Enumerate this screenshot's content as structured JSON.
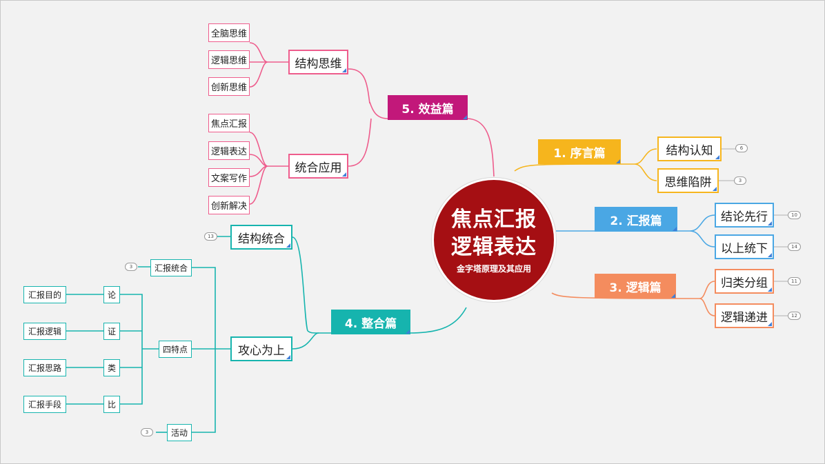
{
  "center": {
    "title_line1": "焦点汇报",
    "title_line2": "逻辑表达",
    "subtitle": "金字塔原理及其应用",
    "color": "#a50f13"
  },
  "branches": {
    "intro": {
      "label": "1. 序言篇",
      "color": "#f6b51d",
      "children": [
        {
          "label": "结构认知",
          "count": "6"
        },
        {
          "label": "思维陷阱",
          "count": "3"
        }
      ]
    },
    "report": {
      "label": "2. 汇报篇",
      "color": "#4aa7e4",
      "children": [
        {
          "label": "结论先行",
          "count": "10"
        },
        {
          "label": "以上统下",
          "count": "14"
        }
      ]
    },
    "logic": {
      "label": "3. 逻辑篇",
      "color": "#f48c5e",
      "children": [
        {
          "label": "归类分组",
          "count": "11"
        },
        {
          "label": "逻辑递进",
          "count": "12"
        }
      ]
    },
    "integrate": {
      "label": "4. 整合篇",
      "color": "#16b4ae",
      "children": [
        {
          "label": "结构统合",
          "count": "13"
        },
        {
          "label": "攻心为上",
          "children": [
            {
              "label": "汇报统合",
              "count": "3"
            },
            {
              "label": "四特点",
              "children": [
                {
                  "label": "论",
                  "leaf": "汇报目的"
                },
                {
                  "label": "证",
                  "leaf": "汇报逻辑"
                },
                {
                  "label": "类",
                  "leaf": "汇报思路"
                },
                {
                  "label": "比",
                  "leaf": "汇报手段"
                }
              ]
            },
            {
              "label": "活动",
              "count": "3"
            }
          ]
        }
      ]
    },
    "benefit": {
      "label": "5. 效益篇",
      "color": "#c2187a",
      "line_color": "#ee5c8c",
      "children": [
        {
          "label": "结构思维",
          "leaves": [
            "全脑思维",
            "逻辑思维",
            "创新思维"
          ]
        },
        {
          "label": "统合应用",
          "leaves": [
            "焦点汇报",
            "逻辑表达",
            "文案写作",
            "创新解决"
          ]
        }
      ]
    }
  }
}
